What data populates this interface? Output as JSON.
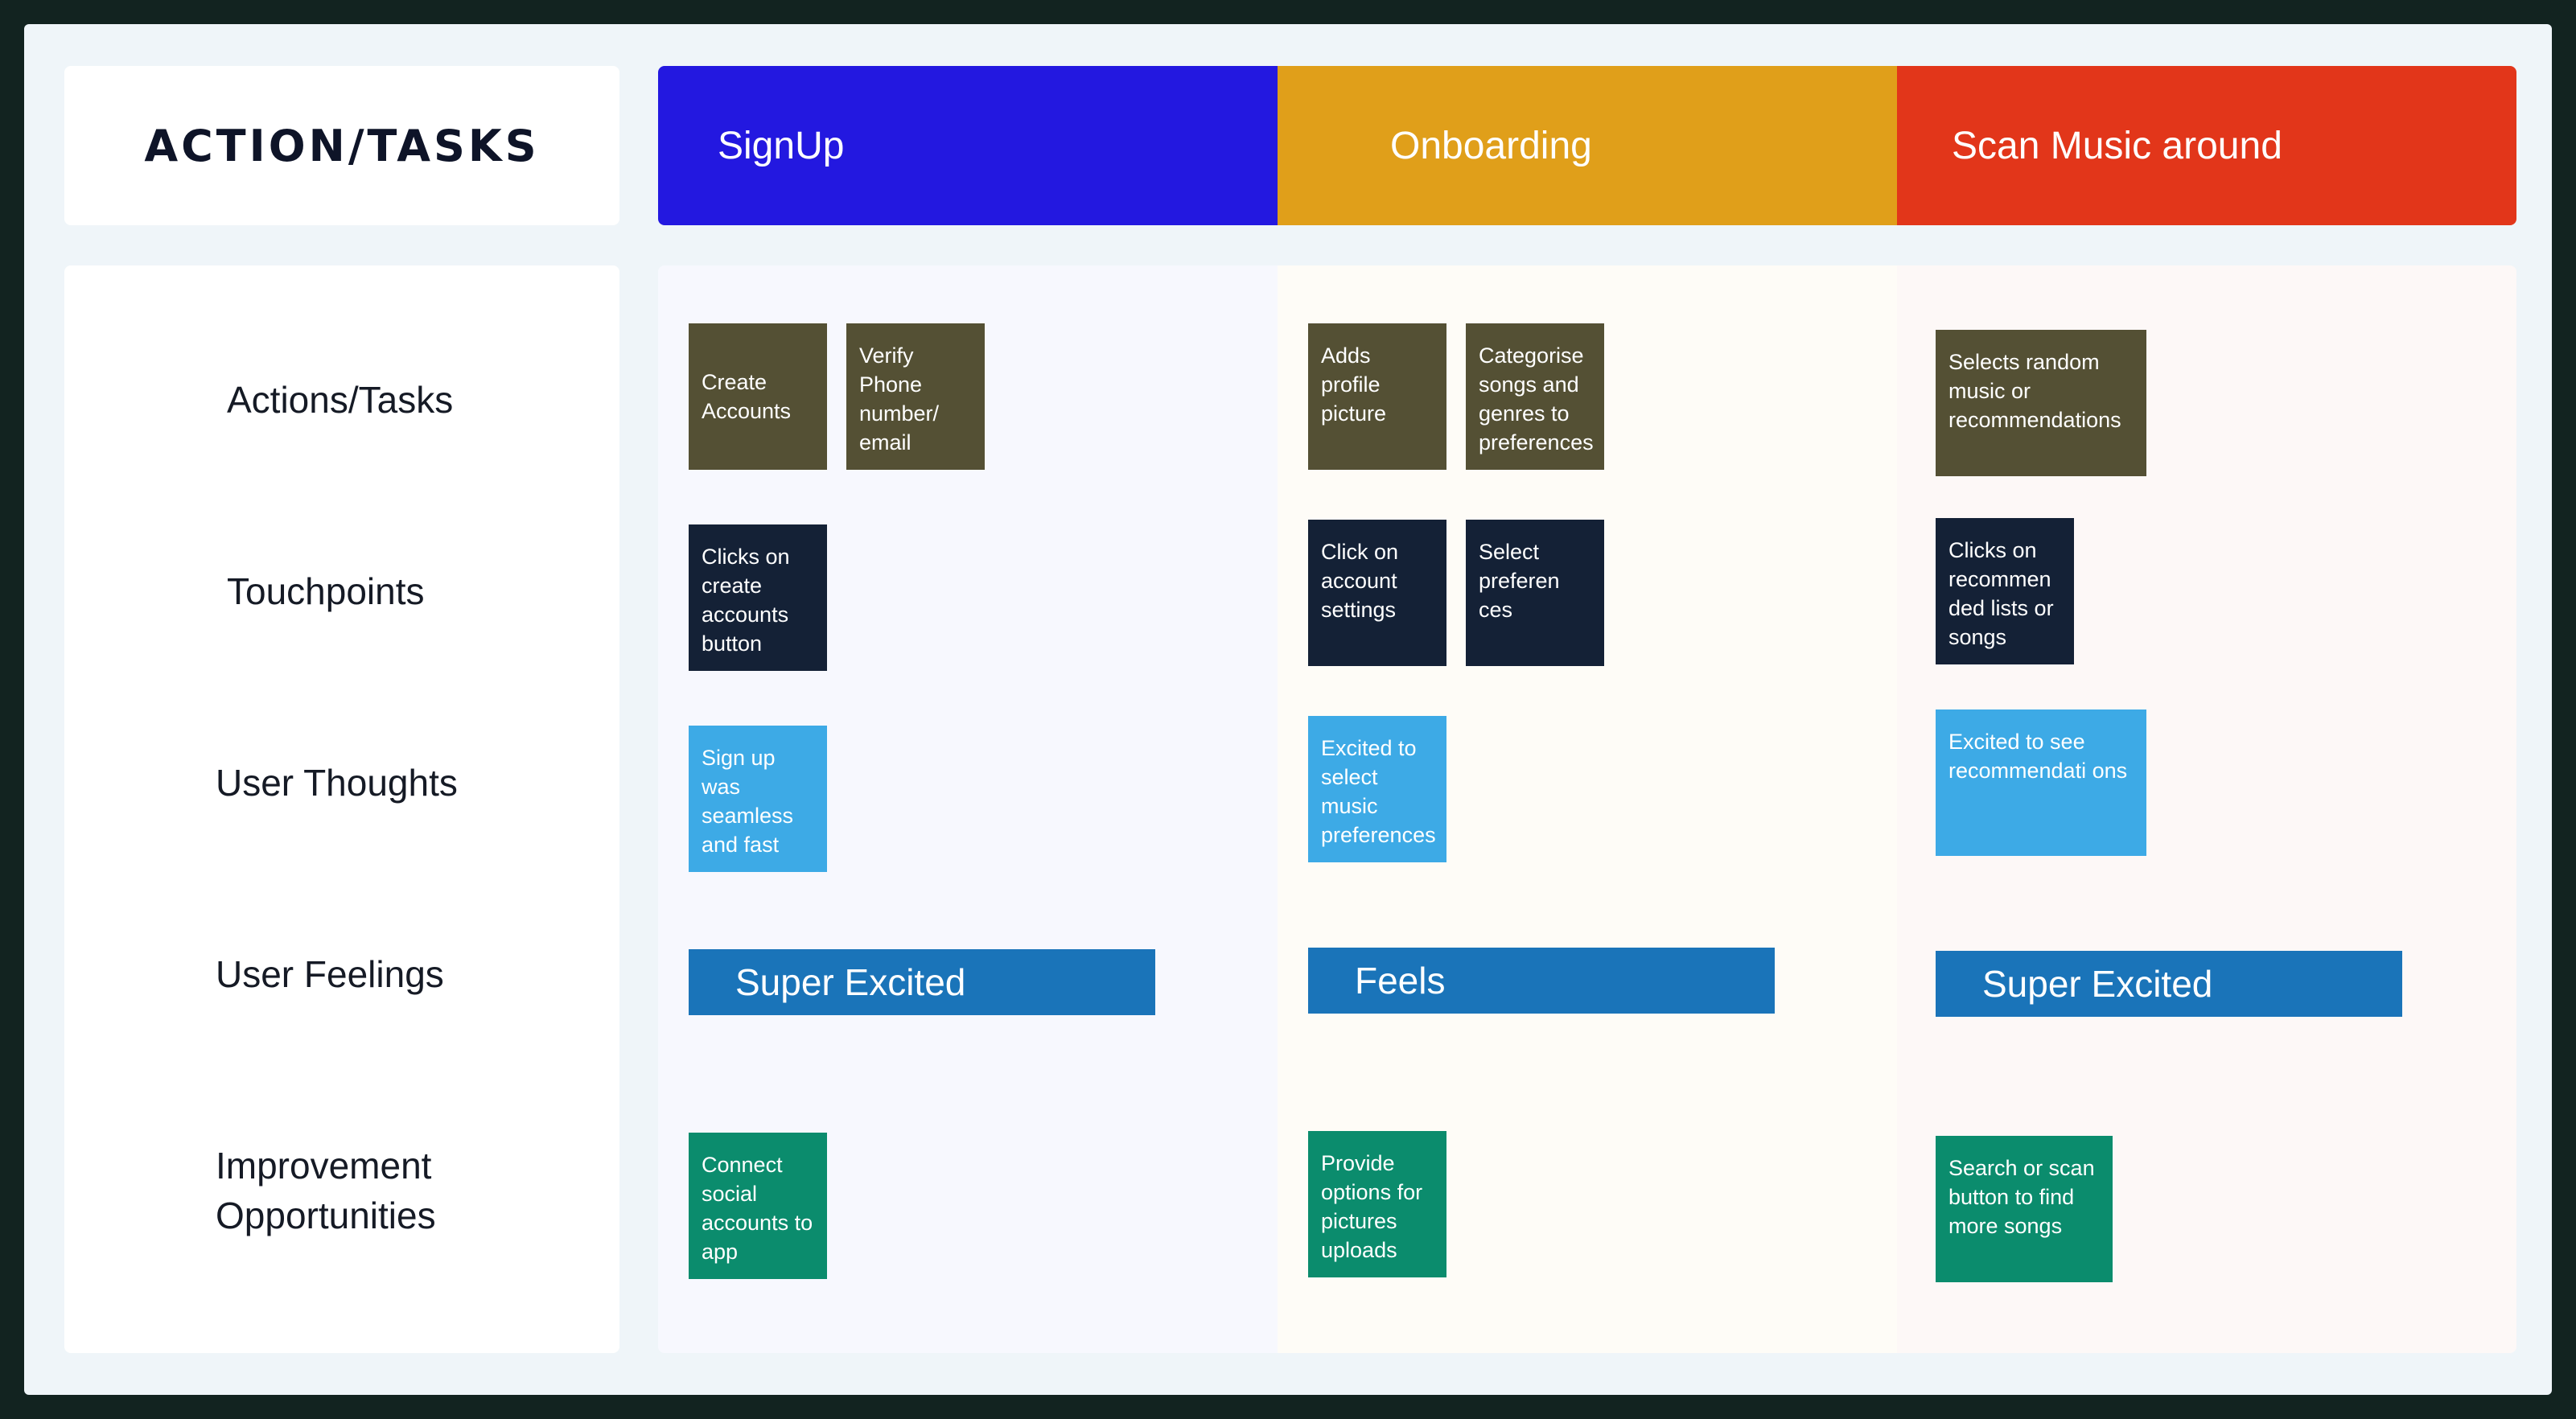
{
  "title": "ACTION/TASKS",
  "colors": {
    "frame": "#122320",
    "board": "#eff5f9",
    "signup": "#2318e0",
    "onboarding": "#e09f1a",
    "scan": "#e2361a",
    "action_card": "#545034",
    "touch_card": "#142136",
    "thought_card": "#3daae6",
    "feeling_bar": "#1a74b9",
    "improve_card": "#0b8c6d"
  },
  "row_labels": {
    "actions": "Actions/Tasks",
    "touchpoints": "Touchpoints",
    "thoughts": "User Thoughts",
    "feelings": "User Feelings",
    "improve_line1": "Improvement",
    "improve_line2": "Opportunities"
  },
  "phases": [
    {
      "name": "SignUp",
      "actions": [
        "Create Accounts",
        "Verify Phone number/ email"
      ],
      "touchpoints": [
        "Clicks on create accounts button"
      ],
      "thoughts": [
        "Sign up was seamless and fast"
      ],
      "feeling": "Super Excited",
      "improvements": [
        "Connect social accounts to app"
      ]
    },
    {
      "name": "Onboarding",
      "actions": [
        "Adds profile picture",
        "Categorise songs and genres to preferences"
      ],
      "touchpoints": [
        "Click on account settings",
        "Select preferen ces"
      ],
      "thoughts": [
        "Excited to select music preferences"
      ],
      "feeling": "Feels",
      "improvements": [
        "Provide options for pictures uploads"
      ]
    },
    {
      "name": "Scan Music around",
      "actions": [
        "Selects random music or recommendations"
      ],
      "touchpoints": [
        "Clicks on recommen ded lists or songs"
      ],
      "thoughts": [
        "Excited to see recommendati ons"
      ],
      "feeling": "Super Excited",
      "improvements": [
        "Search or scan button to find more songs"
      ]
    }
  ]
}
